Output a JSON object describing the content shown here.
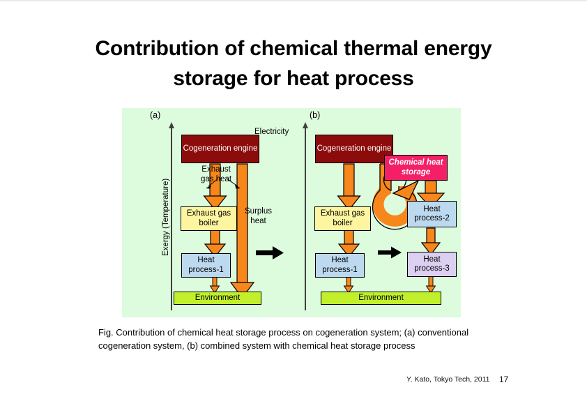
{
  "slide": {
    "title": "Contribution of chemical thermal energy storage for heat process",
    "caption": "Fig.  Contribution of chemical heat storage process on cogeneration system; (a) conventional cogeneration system, (b) combined system with chemical heat storage process",
    "footer_credit": "Y. Kato, Tokyo Tech, 2011",
    "slide_number": "17"
  },
  "figure": {
    "axis_label": "Exergy (Temperature)",
    "panel_a": {
      "label": "(a)",
      "boxes": {
        "engine": "Cogeneration\nengine",
        "boiler": "Exhaust gas\nboiler",
        "process1": "Heat\nprocess-1",
        "environment": "Environment"
      },
      "annotations": {
        "electricity": "Electricity",
        "exhaust_gas_heat": "Exhaust\ngas heat",
        "surplus_heat": "Surplus\nheat"
      }
    },
    "panel_b": {
      "label": "(b)",
      "boxes": {
        "engine": "Cogeneration\nengine",
        "chemical_storage": "Chemical\nheat storage",
        "boiler": "Exhaust gas\nboiler",
        "process1": "Heat\nprocess-1",
        "process2": "Heat\nprocess-2",
        "process3": "Heat\nprocess-3",
        "environment": "Environment"
      }
    },
    "colors": {
      "panel_background": "#ddfbdd",
      "engine": "#8c0b0b",
      "chemical_storage": "#f41f67",
      "boiler": "#fdf59f",
      "heat_process_blue": "#bcd9f0",
      "heat_process_purple": "#dcd0f2",
      "environment": "#c1ef2c",
      "arrow_orange": "#f7861b",
      "arrow_black": "#000000"
    }
  }
}
